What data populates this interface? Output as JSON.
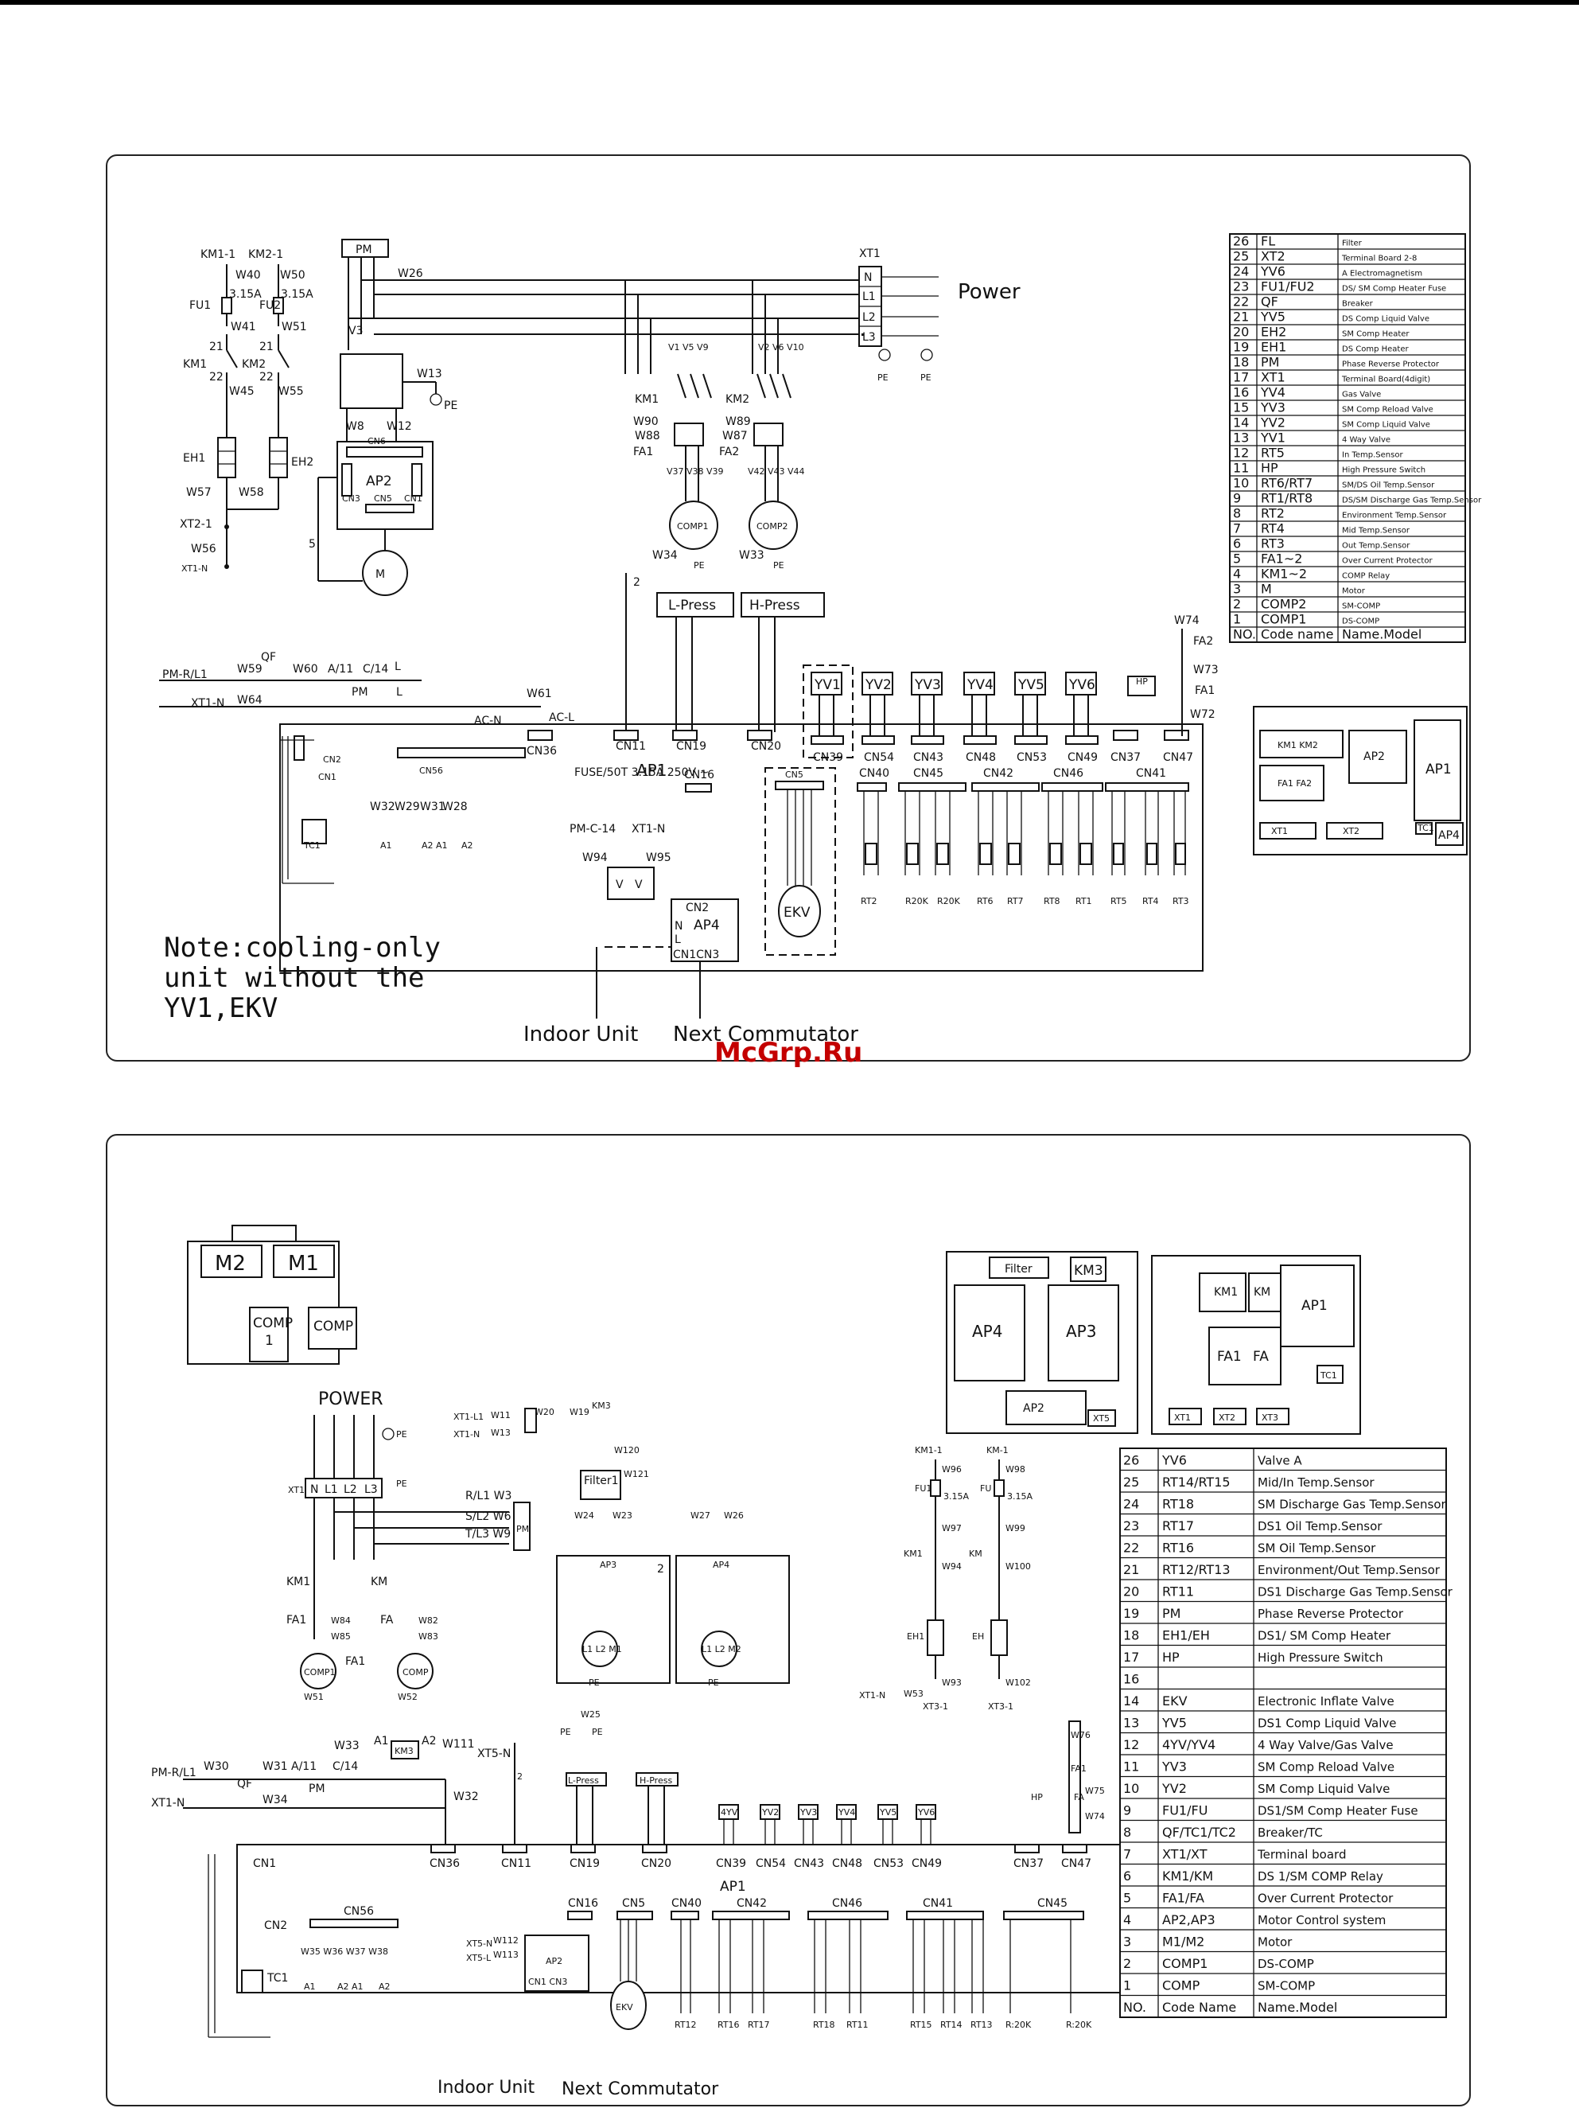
{
  "watermark": "McGrp.Ru",
  "diagram1": {
    "power_label": "Power",
    "terminal": "XT1",
    "terminal_pins": [
      "N",
      "L1",
      "L2",
      "L3"
    ],
    "pe": "PE",
    "ap1": "AP1",
    "ap2": "AP2",
    "ap4": "AP4",
    "pm": "PM",
    "fuse_label": "FUSE/50T 3.15A 250V ~",
    "l_press": "L-Press",
    "h_press": "H-Press",
    "ekv": "EKV",
    "comp1": "COMP1",
    "comp2": "COMP2",
    "tc1": "TC1",
    "eh1": "EH1",
    "eh2": "EH2",
    "hp": "HP",
    "valves": [
      "YV1",
      "YV2",
      "YV3",
      "YV4",
      "YV5",
      "YV6"
    ],
    "valve_connectors": [
      "CN39",
      "CN54",
      "CN43",
      "CN48",
      "CN53",
      "CN49"
    ],
    "connectors_top": [
      "CN36",
      "CN11",
      "CN19",
      "CN20",
      "CN37",
      "CN47"
    ],
    "sensor_groups": [
      "CN40",
      "CN45",
      "CN42",
      "CN46",
      "CN41"
    ],
    "sensors": [
      "RT2",
      "R20K",
      "R20K",
      "RT6",
      "RT7",
      "RT8",
      "RT1",
      "RT5",
      "RT4",
      "RT3"
    ],
    "note_lines": [
      "Note:cooling-only",
      "unit without the",
      "YV1,EKV"
    ],
    "indoor_unit": "Indoor Unit",
    "next_commutator": "Next Commutator",
    "legend_header": [
      "NO.",
      "Code name",
      "Name.Model"
    ],
    "legend": [
      [
        "26",
        "FL",
        "Filter"
      ],
      [
        "25",
        "XT2",
        "Terminal Board 2-8"
      ],
      [
        "24",
        "YV6",
        "A Electromagnetism"
      ],
      [
        "23",
        "FU1/FU2",
        "DS/ SM Comp Heater Fuse"
      ],
      [
        "22",
        "QF",
        "Breaker"
      ],
      [
        "21",
        "YV5",
        "DS Comp Liquid Valve"
      ],
      [
        "20",
        "EH2",
        "SM Comp Heater"
      ],
      [
        "19",
        "EH1",
        "DS Comp Heater"
      ],
      [
        "18",
        "PM",
        "Phase Reverse Protector"
      ],
      [
        "17",
        "XT1",
        "Terminal Board(4digit)"
      ],
      [
        "16",
        "YV4",
        "Gas Valve"
      ],
      [
        "15",
        "YV3",
        "SM Comp Reload Valve"
      ],
      [
        "14",
        "YV2",
        "SM Comp Liquid Valve"
      ],
      [
        "13",
        "YV1",
        "4 Way Valve"
      ],
      [
        "12",
        "RT5",
        "In Temp.Sensor"
      ],
      [
        "11",
        "HP",
        "High Pressure Switch"
      ],
      [
        "10",
        "RT6/RT7",
        "SM/DS Oil Temp.Sensor"
      ],
      [
        "9",
        "RT1/RT8",
        "DS/SM Discharge Gas Temp.Sensor"
      ],
      [
        "8",
        "RT2",
        "Environment Temp.Sensor"
      ],
      [
        "7",
        "RT4",
        "Mid Temp.Sensor"
      ],
      [
        "6",
        "RT3",
        "Out Temp.Sensor"
      ],
      [
        "5",
        "FA1~2",
        "Over Current Protector"
      ],
      [
        "4",
        "KM1~2",
        "COMP Relay"
      ],
      [
        "3",
        "M",
        "Motor"
      ],
      [
        "2",
        "COMP2",
        "SM-COMP"
      ],
      [
        "1",
        "COMP1",
        "DS-COMP"
      ]
    ],
    "layout_parts": [
      "KM1",
      "KM2",
      "AP2",
      "AP1",
      "FA1",
      "FA2",
      "XT1",
      "XT2",
      "AP4",
      "TC1"
    ]
  },
  "diagram2": {
    "power_label": "POWER",
    "m1": "M1",
    "m2": "M2",
    "comp1": "COMP 1",
    "comp": "COMP",
    "filter": "Filter",
    "km3": "KM3",
    "ap2": "AP2",
    "ap3": "AP3",
    "ap4": "AP4",
    "xt5": "XT5",
    "km1": "KM1",
    "km": "KM",
    "fa1": "FA1",
    "fa": "FA",
    "ap1": "AP1",
    "tc1": "TC1",
    "xt_terms": [
      "XT1",
      "XT2",
      "XT3"
    ],
    "l_press": "L-Press",
    "h_press": "H-Press",
    "ekv": "EKV",
    "valves": [
      "4YV",
      "YV2",
      "YV3",
      "YV4",
      "YV5",
      "YV6"
    ],
    "valve_connectors": [
      "CN39",
      "CN54",
      "CN43",
      "CN48",
      "CN53",
      "CN49"
    ],
    "bus_connectors": [
      "CN36",
      "CN11",
      "CN19",
      "CN20",
      "CN37",
      "CN47"
    ],
    "sensor_groups": [
      "CN16",
      "CN5",
      "CN40",
      "CN42",
      "CN46",
      "CN41",
      "CN45"
    ],
    "sensors": [
      "RT12",
      "RT16",
      "RT17",
      "RT18",
      "RT11",
      "RT15",
      "RT14",
      "RT13",
      "R:20K",
      "R:20K"
    ],
    "indoor_unit": "Indoor Unit",
    "next_commutator": "Next Commutator",
    "legend_header": [
      "NO.",
      "Code Name",
      "Name.Model"
    ],
    "legend": [
      [
        "26",
        "YV6",
        "Valve A"
      ],
      [
        "25",
        "RT14/RT15",
        "Mid/In Temp.Sensor"
      ],
      [
        "24",
        "RT18",
        "SM Discharge Gas Temp.Sensor"
      ],
      [
        "23",
        "RT17",
        "DS1 Oil Temp.Sensor"
      ],
      [
        "22",
        "RT16",
        "SM Oil Temp.Sensor"
      ],
      [
        "21",
        "RT12/RT13",
        "Environment/Out Temp.Sensor"
      ],
      [
        "20",
        "RT11",
        "DS1 Discharge Gas Temp.Sensor"
      ],
      [
        "19",
        "PM",
        "Phase Reverse Protector"
      ],
      [
        "18",
        "EH1/EH",
        "DS1/ SM Comp Heater"
      ],
      [
        "17",
        "HP",
        "High Pressure Switch"
      ],
      [
        "16",
        "",
        ""
      ],
      [
        "14",
        "EKV",
        "Electronic Inflate Valve"
      ],
      [
        "13",
        "YV5",
        "DS1 Comp Liquid Valve"
      ],
      [
        "12",
        "4YV/YV4",
        "4 Way Valve/Gas Valve"
      ],
      [
        "11",
        "YV3",
        "SM Comp Reload Valve"
      ],
      [
        "10",
        "YV2",
        "SM Comp Liquid Valve"
      ],
      [
        "9",
        "FU1/FU",
        "DS1/SM Comp Heater Fuse"
      ],
      [
        "8",
        "QF/TC1/TC2",
        "Breaker/TC"
      ],
      [
        "7",
        "XT1/XT",
        "Terminal board"
      ],
      [
        "6",
        "KM1/KM",
        "DS 1/SM COMP Relay"
      ],
      [
        "5",
        "FA1/FA",
        "Over Current Protector"
      ],
      [
        "4",
        "AP2,AP3",
        "Motor Control system"
      ],
      [
        "3",
        "M1/M2",
        "Motor"
      ],
      [
        "2",
        "COMP1",
        "DS-COMP"
      ],
      [
        "1",
        "COMP",
        "SM-COMP"
      ]
    ]
  }
}
